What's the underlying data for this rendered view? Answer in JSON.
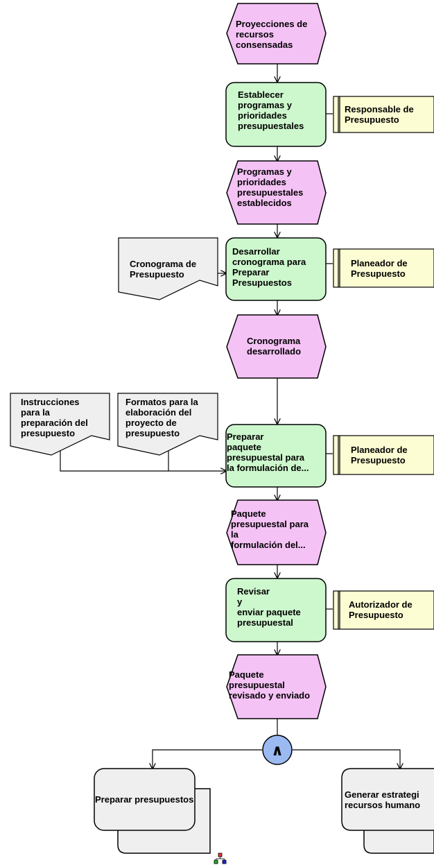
{
  "colors": {
    "event_fill": "#f5c2f5",
    "function_fill": "#cdf7cd",
    "role_fill": "#fdfdd3",
    "document_fill": "#efefef",
    "operator_fill": "#9bbaf2",
    "process_fill": "#efefef",
    "stroke": "#000000"
  },
  "events": {
    "e1": "Proyecciones de\nrecursos\nconsensadas",
    "e2": "Programas y\nprioridades\npresupuestales\nestablecidos",
    "e3": "Cronograma\ndesarrollado",
    "e4": "Paquete\npresupuestal para\nla\nformulación del...",
    "e5": "Paquete\npresupuestal\nrevisado y enviado"
  },
  "functions": {
    "f1": "Establecer\nprogramas y\nprioridades\npresupuestales",
    "f2": "Desarrollar\ncronograma para\nPreparar\nPresupuestos",
    "f3": "Preparar\npaquete\npresupuestal para\nla formulación de...",
    "f4": "Revisar\ny\nenviar paquete\npresupuestal"
  },
  "roles": {
    "r1": "Responsable de\nPresupuesto",
    "r2": "Planeador de\nPresupuesto",
    "r3": "Planeador de\nPresupuesto",
    "r4": "Autorizador de\nPresupuesto"
  },
  "documents": {
    "d1": "Cronograma de\nPresupuesto",
    "d2": "Instrucciones\npara la\npreparación del\npresupuesto",
    "d3": "Formatos para la\nelaboración del\nproyecto de\npresupuesto"
  },
  "operator": {
    "symbol": "∧",
    "type": "AND"
  },
  "processes": {
    "p1": "Preparar presupuestos",
    "p2": "Generar estrategi\nrecursos humano"
  }
}
